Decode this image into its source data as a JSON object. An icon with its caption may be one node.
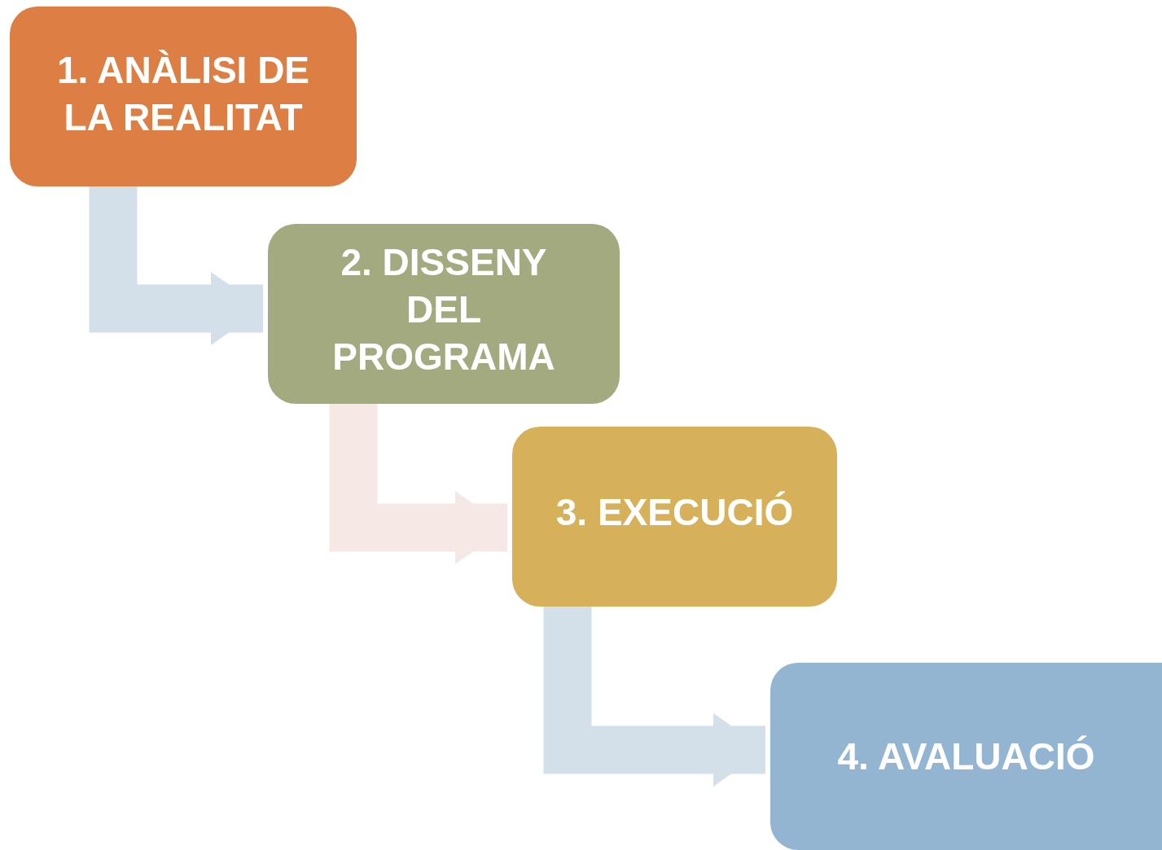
{
  "diagram": {
    "nodes": [
      {
        "text": [
          "1. ANÀLISI DE LA REALITAT"
        ]
      },
      {
        "text": [
          "2. DISSENY DEL PROGRAMA"
        ]
      },
      {
        "text": [
          "3. EXECUCIÓ"
        ]
      },
      {
        "text": [
          "4. AVALUACIÓ"
        ]
      }
    ],
    "edges": [
      {
        "from": 0,
        "to": 1,
        "arrow": "to"
      },
      {
        "from": 1,
        "to": 2,
        "arrow": "to",
        "color": "#f6e8e4"
      },
      {
        "from": 2,
        "to": 3,
        "arrow": "to"
      }
    ]
  }
}
